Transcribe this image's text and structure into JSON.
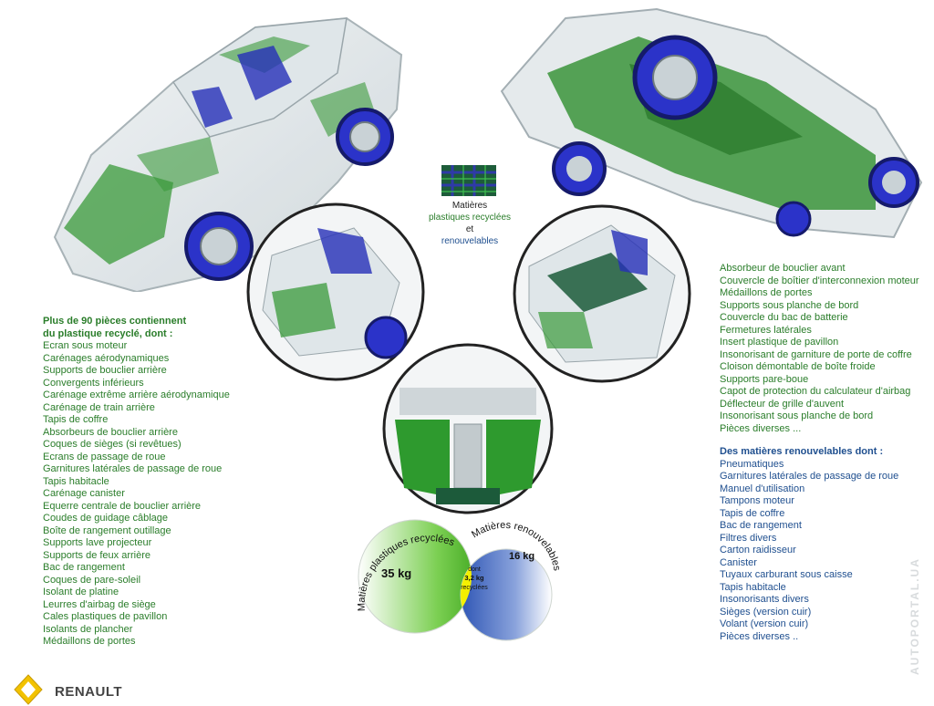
{
  "colors": {
    "recycled_green": "#2a7d2a",
    "renewable_blue": "#1f4f8f",
    "brand_yellow": "#f2c200"
  },
  "legend": {
    "line1": "Matières",
    "line2": "plastiques recyclées",
    "line3": "et",
    "line4": "renouvelables"
  },
  "left_list": {
    "title_line1": "Plus de 90 pièces contiennent",
    "title_line2": "du plastique recyclé, dont :",
    "items": [
      "Ecran sous moteur",
      "Carénages aérodynamiques",
      "Supports de bouclier arrière",
      "Convergents inférieurs",
      "Carénage extrême arrière aérodynamique",
      "Carénage de train arrière",
      "Tapis de coffre",
      "Absorbeurs de bouclier arrière",
      "Coques de sièges (si revêtues)",
      "Ecrans de passage de roue",
      "Garnitures latérales de passage de roue",
      "Tapis habitacle",
      "Carénage canister",
      "Equerre centrale de bouclier arrière",
      "Coudes de guidage câblage",
      "Boîte de rangement outillage",
      "Supports lave projecteur",
      "Supports de feux arrière",
      "Bac de rangement",
      "Coques de pare-soleil",
      "Isolant de platine",
      "Leurres d'airbag de siège",
      "Cales plastiques de pavillon",
      "Isolants de plancher",
      "Médaillons de portes"
    ]
  },
  "right_list_green": {
    "items": [
      "Absorbeur de bouclier avant",
      "Couvercle de boîtier d'interconnexion moteur",
      "Médaillons de portes",
      "Supports sous planche de bord",
      "Couvercle du bac de batterie",
      "Fermetures latérales",
      "Insert plastique de pavillon",
      "Insonorisant de garniture de porte de coffre",
      "Cloison démontable de boîte froide",
      "Supports pare-boue",
      "Capot de protection du calculateur d'airbag",
      "Déflecteur de grille d'auvent",
      "Insonorisant sous planche de bord",
      "Pièces diverses ..."
    ]
  },
  "right_list_blue": {
    "title": "Des matières renouvelables dont :",
    "items": [
      "Pneumatiques",
      "Garnitures latérales de passage de roue",
      "Manuel d'utilisation",
      "Tampons moteur",
      "Tapis de coffre",
      "Bac de rangement",
      "Filtres divers",
      "Carton raidisseur",
      "Canister",
      "Tuyaux carburant sous caisse",
      "Tapis habitacle",
      "Insonorisants divers",
      "Sièges (version cuir)",
      "Volant (version cuir)",
      "Pièces diverses .."
    ]
  },
  "venn": {
    "left_label": "Matières plastiques recyclées",
    "right_label": "Matières renouvelables",
    "left_value": "35 kg",
    "right_value": "16 kg",
    "center_line1": "dont",
    "center_line2": "3,2 kg",
    "center_line3": "recyclées"
  },
  "brand": {
    "name": "RENAULT"
  },
  "watermark": {
    "text": "AUTOPORTAL.UA"
  }
}
